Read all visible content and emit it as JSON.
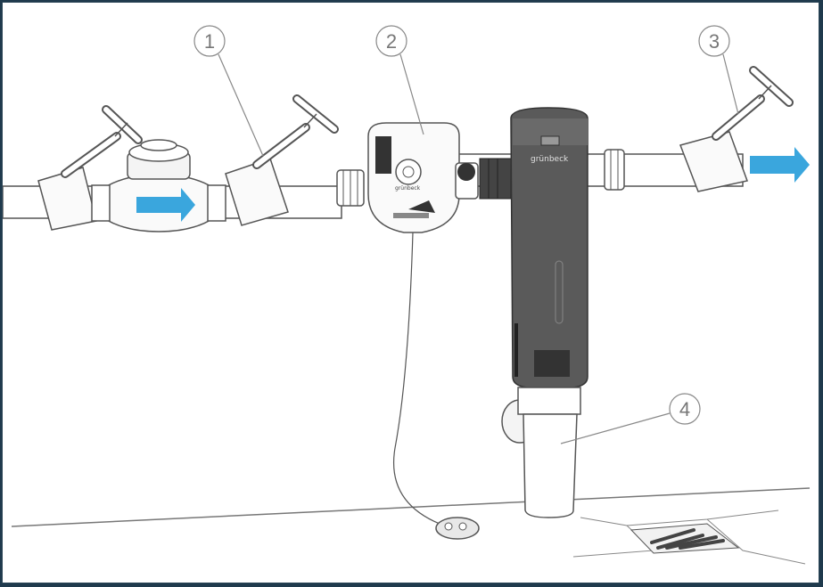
{
  "callouts": [
    {
      "label": "1"
    },
    {
      "label": "2"
    },
    {
      "label": "3"
    },
    {
      "label": "4"
    }
  ],
  "brand": {
    "filter_logo": "grünbeck",
    "unit_logo": "grünbeck"
  },
  "colors": {
    "flow_arrow": "#3aa6dd",
    "filter_body": "#5a5a5a",
    "line": "#555555",
    "frame_border": "#1f3a4d"
  }
}
